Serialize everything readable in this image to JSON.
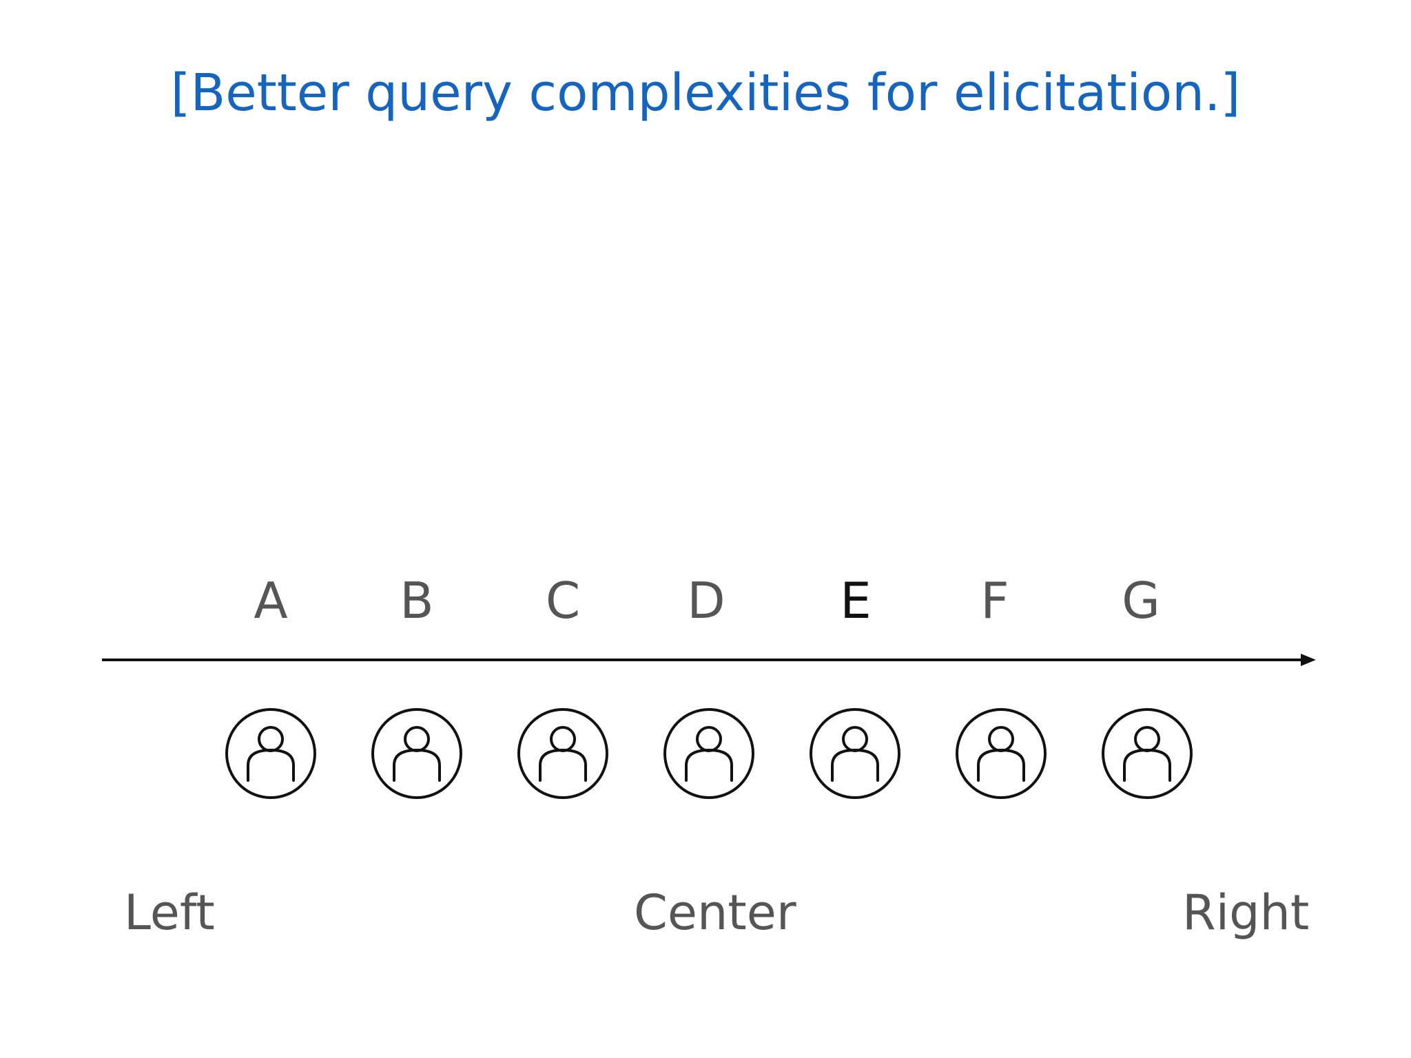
{
  "title": "[Better query complexities for elicitation.]",
  "colors": {
    "title": "#1565c0",
    "label": "#555555",
    "highlight_label": "#111111",
    "line": "#111111"
  },
  "candidates": [
    {
      "label": "A",
      "highlighted": false
    },
    {
      "label": "B",
      "highlighted": false
    },
    {
      "label": "C",
      "highlighted": false
    },
    {
      "label": "D",
      "highlighted": false
    },
    {
      "label": "E",
      "highlighted": true
    },
    {
      "label": "F",
      "highlighted": false
    },
    {
      "label": "G",
      "highlighted": false
    }
  ],
  "voters": [
    {
      "icon": "person-icon"
    },
    {
      "icon": "person-icon"
    },
    {
      "icon": "person-icon"
    },
    {
      "icon": "person-icon"
    },
    {
      "icon": "person-icon"
    },
    {
      "icon": "person-icon"
    },
    {
      "icon": "person-icon"
    }
  ],
  "axis_labels": {
    "left": "Left",
    "center": "Center",
    "right": "Right"
  }
}
